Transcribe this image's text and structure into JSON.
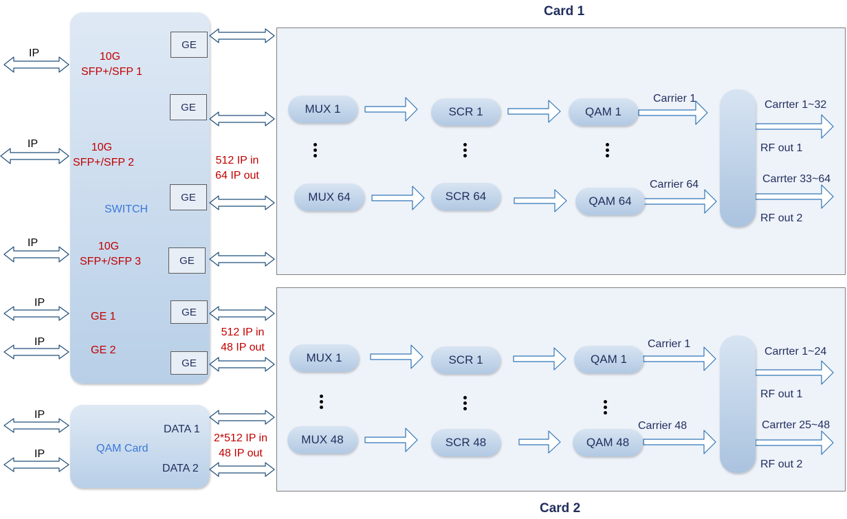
{
  "card1": {
    "title": "Card 1",
    "rows": [
      {
        "mux": "MUX  1",
        "scr": "SCR 1",
        "qam": "QAM 1",
        "carrier": "Carrier  1"
      },
      {
        "mux": "MUX  64",
        "scr": "SCR 64",
        "qam": "QAM 64",
        "carrier": "Carrier  64"
      }
    ],
    "outputs": [
      {
        "carriers": "Carrter 1~32",
        "rf": "RF out 1"
      },
      {
        "carriers": "Carrter 33~64",
        "rf": "RF out 2"
      }
    ],
    "io_note": [
      "512 IP in",
      "64 IP out"
    ]
  },
  "card2": {
    "title": "Card 2",
    "rows": [
      {
        "mux": "MUX  1",
        "scr": "SCR 1",
        "qam": "QAM 1",
        "carrier": "Carrier  1"
      },
      {
        "mux": "MUX 48",
        "scr": "SCR 48",
        "qam": "QAM 48",
        "carrier": "Carrier  48"
      }
    ],
    "outputs": [
      {
        "carriers": "Carrter 1~24",
        "rf": "RF out 1"
      },
      {
        "carriers": "Carrter 25~48",
        "rf": "RF out 2"
      }
    ],
    "io_note": [
      "512 IP in",
      "48 IP out"
    ]
  },
  "switch": {
    "label": "SWITCH",
    "ports": [
      {
        "line1": "10G",
        "line2": "SFP+/SFP 1"
      },
      {
        "line1": "10G",
        "line2": "SFP+/SFP 2"
      },
      {
        "line1": "10G",
        "line2": "SFP+/SFP 3"
      },
      {
        "line1": "GE 1"
      },
      {
        "line1": "GE 2"
      }
    ],
    "ge_label": "GE"
  },
  "ip_label": "IP",
  "qam_card": {
    "label": "QAM Card",
    "data1": "DATA 1",
    "data2": "DATA 2",
    "io_note": [
      "2*512 IP in",
      "48 IP out"
    ]
  }
}
